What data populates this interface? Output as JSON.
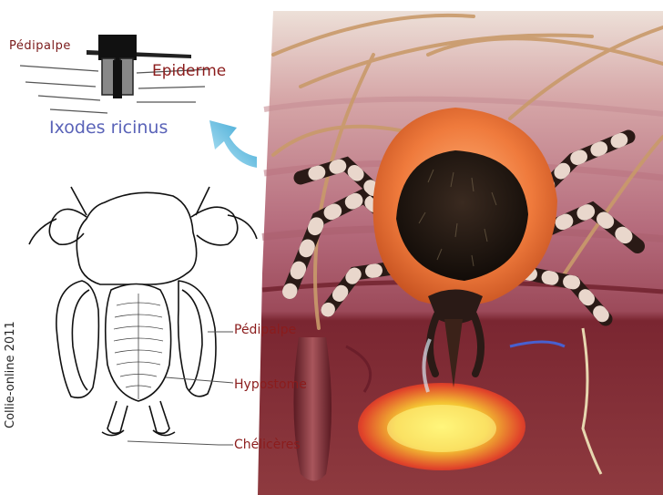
{
  "inset": {
    "pedipalpe_label": "Pédipalpe",
    "epiderme_label": "Epiderme",
    "species_label": "Ixodes ricinus"
  },
  "drawing": {
    "copyright": "Collie-online 2011",
    "labels": {
      "pedipalpe": "Pédipalpe",
      "hypostome": "Hypostome",
      "chelicere": "Chélicères"
    }
  },
  "colors": {
    "label_red": "#8b1c1c",
    "species_blue": "#5a63b8",
    "arrow_cyan": "#58c2e6",
    "tick_body_orange": "#e8783a",
    "skin_pink": "#b0657a",
    "dermis_red": "#8e2e3a"
  }
}
